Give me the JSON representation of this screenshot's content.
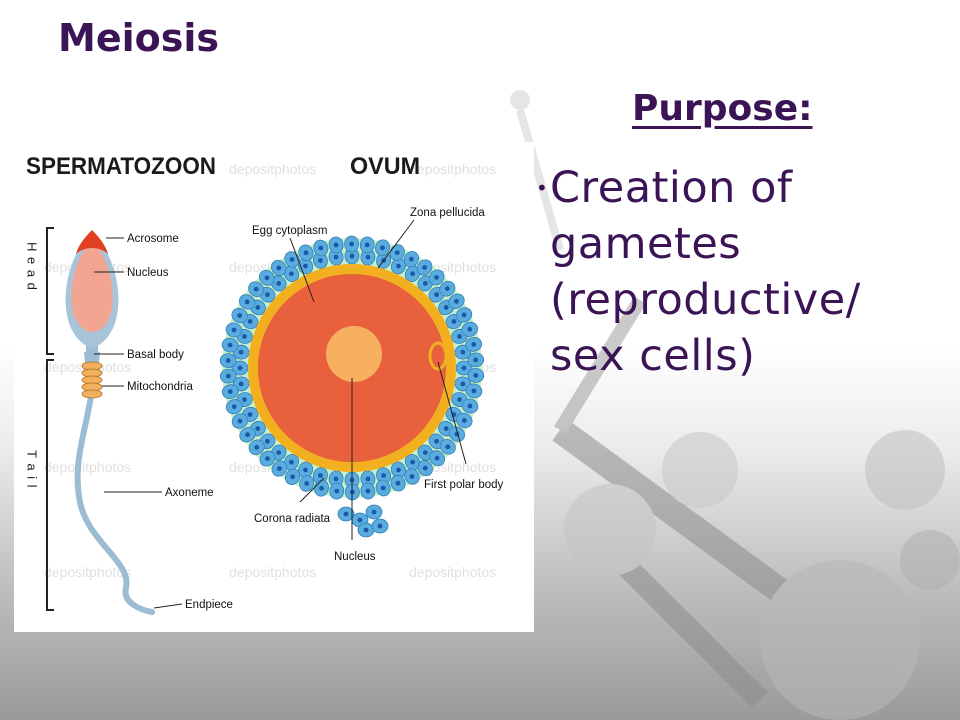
{
  "slide": {
    "title": "Meiosis",
    "purpose_heading": "Purpose:",
    "bullets": [
      "Creation of gametes (reproductive/ sex cells)"
    ]
  },
  "diagram": {
    "sperm_title": "SPERMATOZOON",
    "ovum_title": "OVUM",
    "sperm_sections": {
      "head": "H e a d",
      "tail": "T a i l"
    },
    "sperm_labels": [
      "Acrosome",
      "Nucleus",
      "Basal body",
      "Mitochondria",
      "Axoneme",
      "Endpiece"
    ],
    "ovum_labels": [
      "Egg cytoplasm",
      "Zona pellucida",
      "First polar body",
      "Corona radiata",
      "Nucleus"
    ],
    "watermark": "depositphotos"
  },
  "colors": {
    "text_purple": "#3b1456",
    "acrosome": "#e04020",
    "sperm_head": "#f2a590",
    "sperm_tail": "#9bbcd2",
    "mitochondria": "#f0b060",
    "egg_cytoplasm": "#e8603c",
    "egg_nucleus": "#f6b060",
    "zona_pellucida": "#f2b020",
    "corona_zone": "#c8f0c8",
    "corona_cells": "#5aacdf",
    "cell_nuclei": "#1a5aa8"
  }
}
